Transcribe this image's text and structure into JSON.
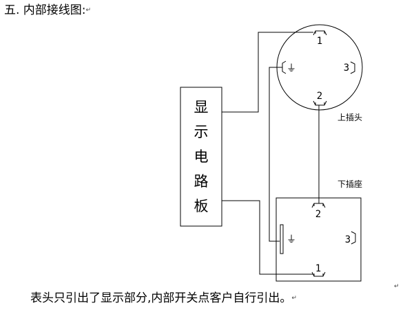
{
  "heading": {
    "text": "五. 内部接线图:",
    "mark": "↵"
  },
  "board": {
    "chars": [
      "显",
      "示",
      "电",
      "路",
      "板"
    ]
  },
  "plug": {
    "label": "上插头",
    "pins": {
      "p1": "1",
      "p2": "2",
      "p3": "3",
      "ground": "⏚"
    }
  },
  "socket": {
    "label": "下插座",
    "pins": {
      "p1": "1",
      "p2": "2",
      "p3": "3",
      "ground": "⏚"
    }
  },
  "caption": {
    "text": "表头只引出了显示部分,内部开关点客户自行引出。",
    "mark": "↵"
  },
  "end_mark": "↵"
}
